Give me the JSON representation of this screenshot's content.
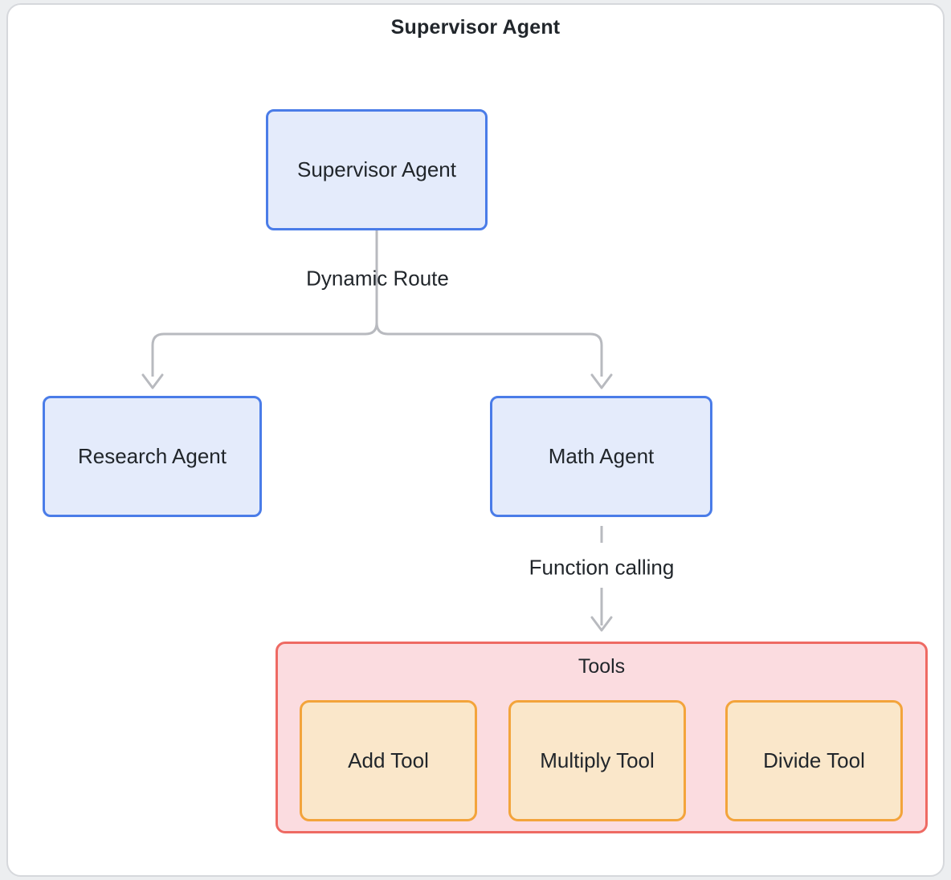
{
  "diagram": {
    "title": "Supervisor Agent",
    "nodes": {
      "supervisor": {
        "label": "Supervisor Agent"
      },
      "research": {
        "label": "Research Agent"
      },
      "math": {
        "label": "Math Agent"
      }
    },
    "edges": {
      "dynamic_route": {
        "label": "Dynamic Route"
      },
      "function_calling": {
        "label": "Function calling"
      }
    },
    "tools": {
      "title": "Tools",
      "items": [
        {
          "label": "Add Tool"
        },
        {
          "label": "Multiply Tool"
        },
        {
          "label": "Divide Tool"
        }
      ]
    },
    "colors": {
      "text": "#21262b",
      "line": "#b8babf",
      "agent_fill": "#e4ebfb",
      "agent_border": "#4a7ce8",
      "tools_fill": "#fbdce0",
      "tools_border": "#ee6a63",
      "tool_fill": "#fae7ca",
      "tool_border": "#f3a43b"
    }
  }
}
